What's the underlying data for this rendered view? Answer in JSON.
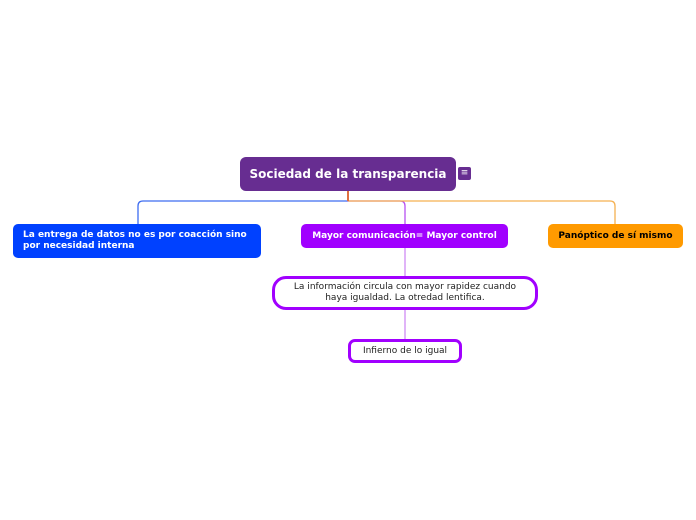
{
  "root": {
    "label": "Sociedad de la transparencia",
    "color": "#672d91",
    "notes_icon": "notes-icon"
  },
  "children": [
    {
      "label": "La entrega de datos no es por coacción sino por necesidad interna",
      "color": "#0041ff"
    },
    {
      "label": "Mayor comunicación= Mayor control",
      "color": "#a100ff"
    },
    {
      "label": "Panóptico de sí mismo",
      "color": "#ff9a00"
    }
  ],
  "subnodes": [
    {
      "label": "La información circula con mayor rapidez cuando haya igualdad. La otredad lentifica."
    },
    {
      "label": "Infierno de lo igual"
    }
  ]
}
